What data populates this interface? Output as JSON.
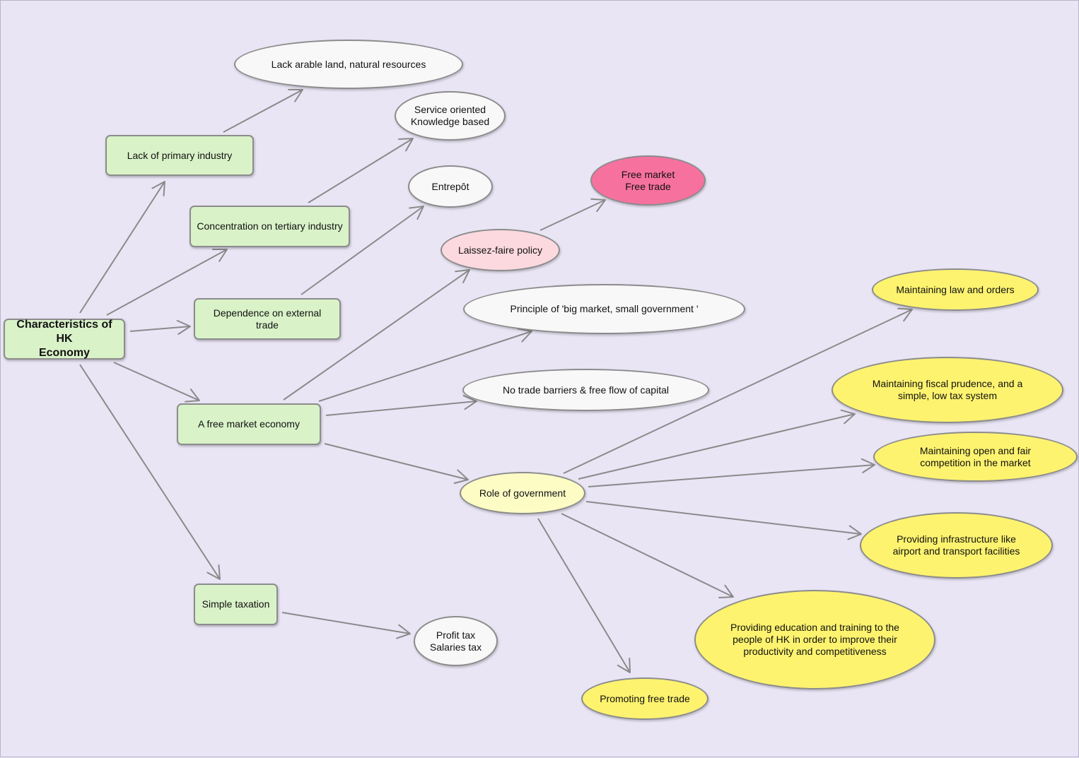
{
  "nodes": {
    "root": "Characteristics of HK\nEconomy",
    "primary": "Lack of primary industry",
    "tertiary": "Concentration on tertiary industry",
    "external": "Dependence on external trade",
    "freemkt": "A free market economy",
    "taxation": "Simple taxation",
    "arable": "Lack arable land, natural resources",
    "service": "Service oriented\nKnowledge based",
    "entrepot": "Entrepôt",
    "laissez": "Laissez-faire policy",
    "freetrade_box": "Free market\nFree trade",
    "principle": "Principle of 'big market, small government '",
    "barriers": "No trade barriers & free flow of capital",
    "role": "Role of government",
    "law": "Maintaining law and orders",
    "fiscal": "Maintaining fiscal prudence, and a\nsimple, low tax system",
    "competition": "Maintaining open and fair\ncompetition in the market",
    "infra": "Providing infrastructure like\nairport and transport facilities",
    "education": "Providing education and training to the\npeople of HK in order to improve their\nproductivity and competitiveness",
    "promoting": "Promoting free trade",
    "taxes": "Profit tax\nSalaries tax"
  },
  "edges": [
    [
      "root",
      "primary"
    ],
    [
      "root",
      "tertiary"
    ],
    [
      "root",
      "external"
    ],
    [
      "root",
      "freemkt"
    ],
    [
      "root",
      "taxation"
    ],
    [
      "primary",
      "arable"
    ],
    [
      "tertiary",
      "service"
    ],
    [
      "external",
      "entrepot"
    ],
    [
      "freemkt",
      "laissez"
    ],
    [
      "laissez",
      "freetrade_box"
    ],
    [
      "freemkt",
      "principle"
    ],
    [
      "freemkt",
      "barriers"
    ],
    [
      "freemkt",
      "role"
    ],
    [
      "role",
      "law"
    ],
    [
      "role",
      "fiscal"
    ],
    [
      "role",
      "competition"
    ],
    [
      "role",
      "infra"
    ],
    [
      "role",
      "education"
    ],
    [
      "role",
      "promoting"
    ],
    [
      "taxation",
      "taxes"
    ]
  ],
  "colors": {
    "background": "#e9e5f5",
    "category_box": "#d9f2c8",
    "neutral_oval": "#f8f8f8",
    "laissez_oval": "#fcd9df",
    "free_trade_oval": "#f7719f",
    "role_oval": "#fdfcc5",
    "duty_oval": "#fdf36f",
    "arrow": "#8a8a8a"
  }
}
